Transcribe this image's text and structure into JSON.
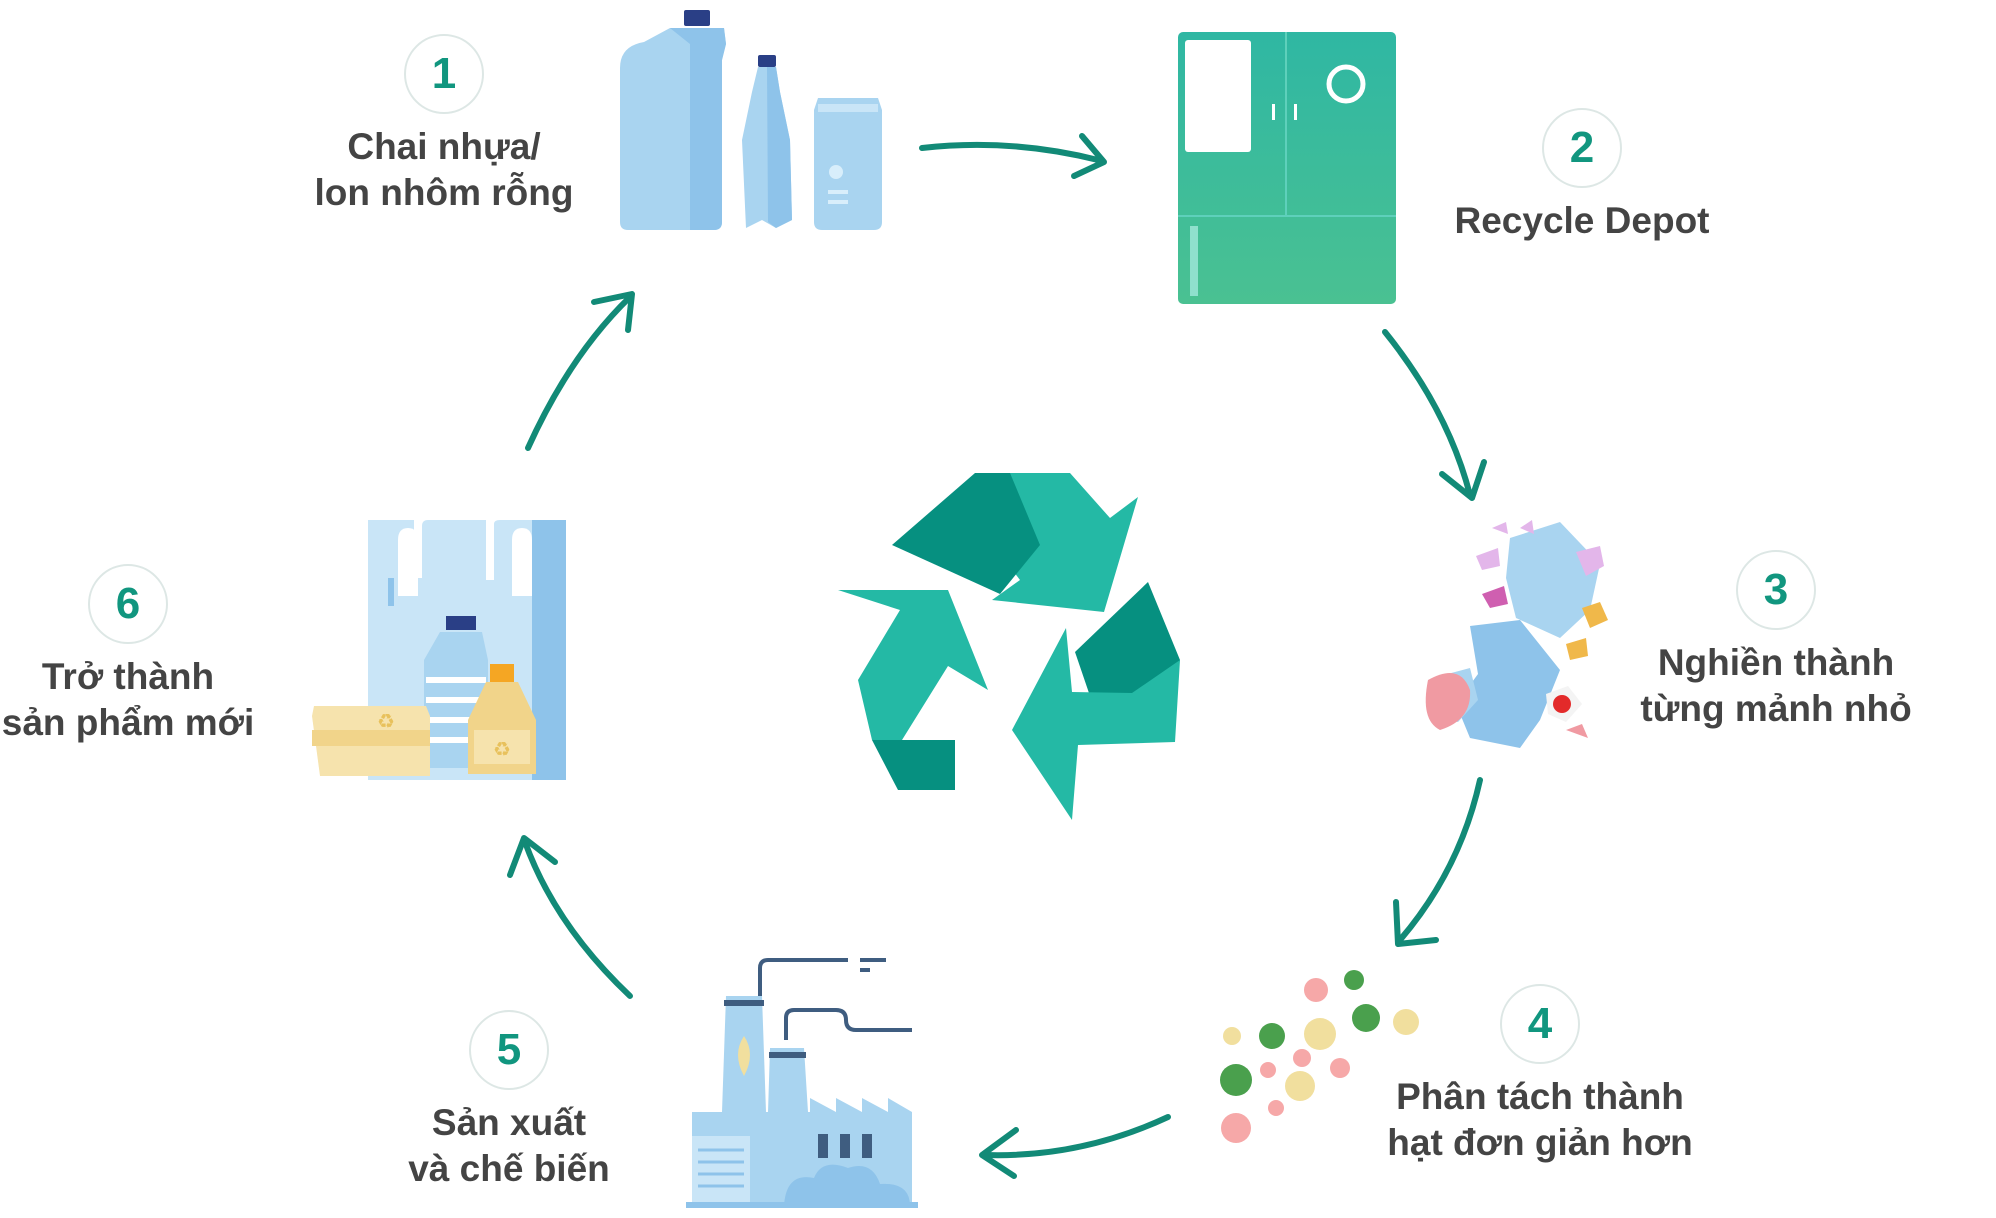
{
  "colors": {
    "arrow": "#128a77",
    "recycle_dark": "#069080",
    "recycle_light": "#24b9a5",
    "depot": "#3cb79c",
    "label_text": "#444444",
    "number_text": "#11967f"
  },
  "steps": [
    {
      "number": "1",
      "line1": "Chai nhựa/",
      "line2": "lon nhôm rỗng",
      "icon": "bottles-and-can-icon"
    },
    {
      "number": "2",
      "line1": "Recycle Depot",
      "line2": "",
      "icon": "recycle-depot-machine-icon"
    },
    {
      "number": "3",
      "line1": "Nghiền thành",
      "line2": "từng mảnh nhỏ",
      "icon": "shredded-pieces-icon"
    },
    {
      "number": "4",
      "line1": "Phân tách thành",
      "line2": "hạt đơn giản hơn",
      "icon": "pellets-icon"
    },
    {
      "number": "5",
      "line1": "Sản xuất",
      "line2": "và chế biến",
      "icon": "factory-icon"
    },
    {
      "number": "6",
      "line1": "Trở thành",
      "line2": "sản phẩm mới",
      "icon": "new-products-icon"
    }
  ]
}
